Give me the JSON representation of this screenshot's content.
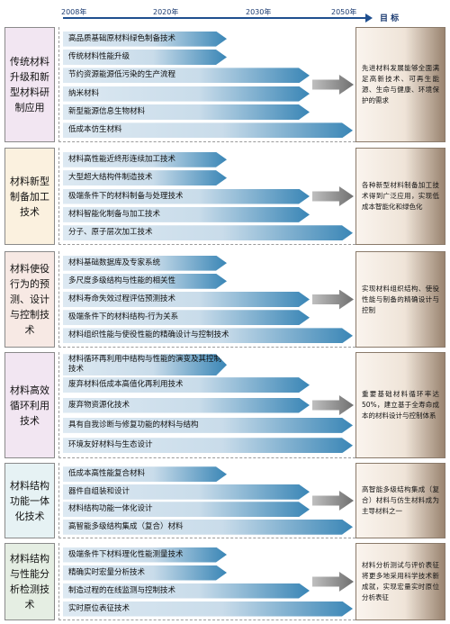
{
  "timeline": {
    "years": [
      "2008年",
      "2020年",
      "2030年",
      "2050年"
    ],
    "target_label": "目 标"
  },
  "colors": {
    "bar_light": "#dde9f2",
    "bar_dark": "#3a86b6",
    "axis": "#1f4f8f",
    "label_bgs": [
      "#f2e6f2",
      "#fbf1df",
      "#f7e9e4",
      "#f2e6f2",
      "#e6f2f4",
      "#e5eee3"
    ],
    "target_bg_light": "#faf4ee",
    "target_bg_dark": "#9a8470"
  },
  "sections": [
    {
      "label": "传统材料升级和新型材料研制应用",
      "bars": [
        {
          "text": "高品质基础原材料绿色制备技术",
          "end": 2021
        },
        {
          "text": "传统材料性能升级",
          "end": 2021
        },
        {
          "text": "节约资源能源低污染的生产流程",
          "end": 2032
        },
        {
          "text": "纳米材料",
          "end": 2032
        },
        {
          "text": "新型能源信息生物材料",
          "end": 2032
        },
        {
          "text": "低成本仿生材料",
          "end": 2050
        }
      ],
      "target": "先进材料发展能够全面满足高新技术、可再生能源、生命与健康、环境保护的需求"
    },
    {
      "label": "材料新型制备加工技术",
      "bars": [
        {
          "text": "材料高性能近终形连续加工技术",
          "end": 2021
        },
        {
          "text": "大型超大结构件制造技术",
          "end": 2021
        },
        {
          "text": "极端条件下的材料制备与处理技术",
          "end": 2032
        },
        {
          "text": "材料智能化制备与加工技术",
          "end": 2032
        },
        {
          "text": "分子、原子层次加工技术",
          "end": 2050
        }
      ],
      "target": "各种新型材料制备加工技术得到广泛应用，实现低成本智能化和绿色化"
    },
    {
      "label": "材料使役行为的预测、设计与控制技术",
      "bars": [
        {
          "text": "材料基础数据库及专家系统",
          "end": 2021
        },
        {
          "text": "多尺度多级结构与性能的相关性",
          "end": 2021
        },
        {
          "text": "材料寿命失效过程评估预测技术",
          "end": 2032
        },
        {
          "text": "极端条件下的材料结构-行为关系",
          "end": 2032
        },
        {
          "text": "材料组织性能与使役性能的精确设计与控制技术",
          "end": 2050
        }
      ],
      "target": "实现材料组织结构、使役性能与制备的精确设计与控制"
    },
    {
      "label": "材料高效循环利用技术",
      "bars": [
        {
          "text": "材料循环再利用中结构与性能的演变及其控制技术",
          "end": 2021
        },
        {
          "text": "废弃材料低成本高值化再利用技术",
          "end": 2032
        },
        {
          "text": "废弃物资源化技术",
          "end": 2032
        },
        {
          "text": "具有自我诊断与修复功能的材料与结构",
          "end": 2050
        },
        {
          "text": "环境友好材料与生态设计",
          "end": 2050
        }
      ],
      "target": "重要基础材料循环率达50%，建立基于全寿命成本的材料设计与控制体系"
    },
    {
      "label": "材料结构功能一体化技术",
      "bars": [
        {
          "text": "低成本高性能复合材料",
          "end": 2021
        },
        {
          "text": "器件自组装和设计",
          "end": 2032
        },
        {
          "text": "材料结构功能一体化设计",
          "end": 2032
        },
        {
          "text": "高智能多级结构集成（复合）材料",
          "end": 2050
        }
      ],
      "target": "高智能多级结构集成（复合）材料与仿生材料成为主导材料之一"
    },
    {
      "label": "材料结构与性能分析检测技术",
      "bars": [
        {
          "text": "极端条件下材料理化性能测量技术",
          "end": 2021
        },
        {
          "text": "精确实时宏量分析技术",
          "end": 2021
        },
        {
          "text": "制造过程的在线监测与控制技术",
          "end": 2032
        },
        {
          "text": "实时原位表征技术",
          "end": 2050
        }
      ],
      "target": "材料分析测试与评价表征将更多地采用科学技术新成就，实现宏量实时原位分析表征"
    }
  ]
}
